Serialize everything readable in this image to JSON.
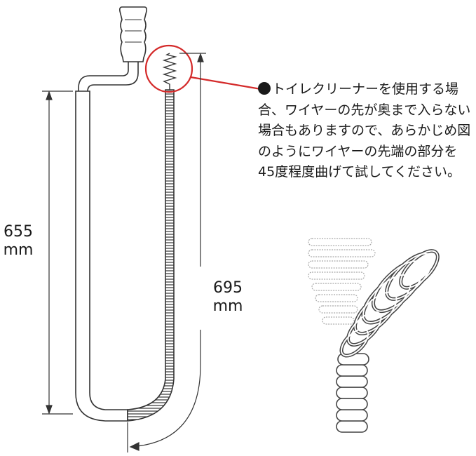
{
  "dimensions": {
    "left": {
      "value": "655",
      "unit": "mm"
    },
    "right": {
      "value": "695",
      "unit": "mm"
    }
  },
  "note": {
    "text": "トイレクリーナーを使用する場合、ワイヤーの先が奥まで入らない場合もありますので、あらかじめ図のようにワイヤーの先端の部分を45度程度曲げて試してください。"
  },
  "colors": {
    "line": "#333333",
    "highlight": "#d42a2a",
    "fill": "#ffffff"
  },
  "icons": [
    "bullet-icon"
  ]
}
